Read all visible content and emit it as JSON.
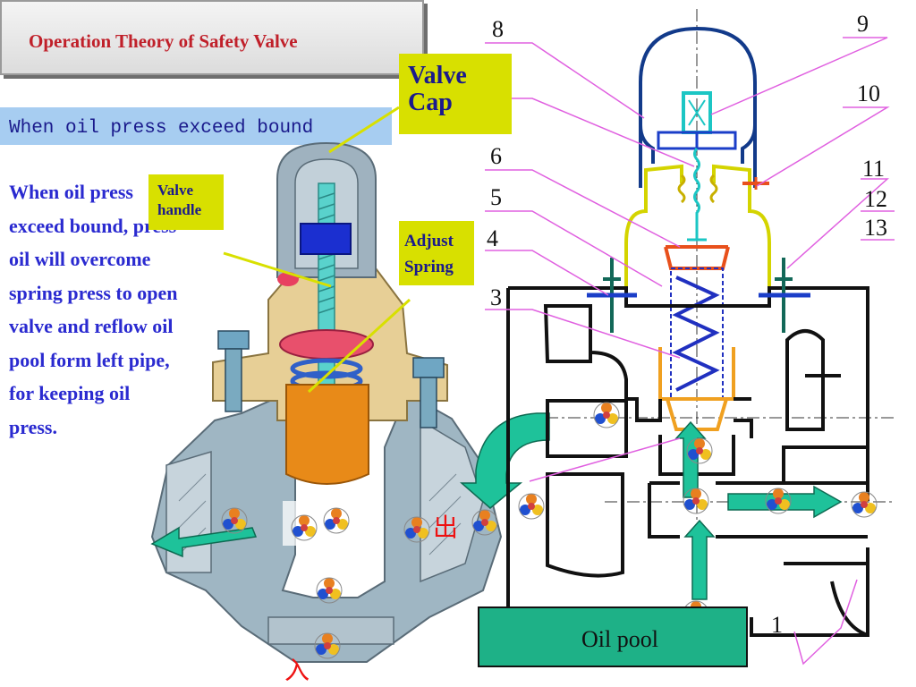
{
  "slide": {
    "title": "Operation Theory of Safety Valve",
    "subtitle": "When oil press exceed bound",
    "body": "When oil press exceed bound, press oil will overcome spring press to open valve and reflow oil pool form left pipe, for keeping oil press."
  },
  "callouts": {
    "valve_cap": "Valve Cap",
    "valve_handle": "Valve handle",
    "adjust_spring": "Adjust Spring"
  },
  "diagram": {
    "oil_pool_label": "Oil pool",
    "part_numbers": {
      "n1": "1",
      "n3": "3",
      "n4": "4",
      "n5": "5",
      "n6": "6",
      "n8": "8",
      "n9": "9",
      "n10": "10",
      "n11": "11",
      "n12": "12",
      "n13": "13"
    },
    "inlet_label": "入",
    "outlet_label": "出"
  },
  "colors": {
    "title": "#c0202a",
    "body_text": "#2a2ad0",
    "callout_bg": "#d8e000",
    "subtitle_bg": "#a7cdf1",
    "arrow": "#1ec29a",
    "oil_pool": "#1eb187",
    "leader_line": "#e060e0"
  }
}
